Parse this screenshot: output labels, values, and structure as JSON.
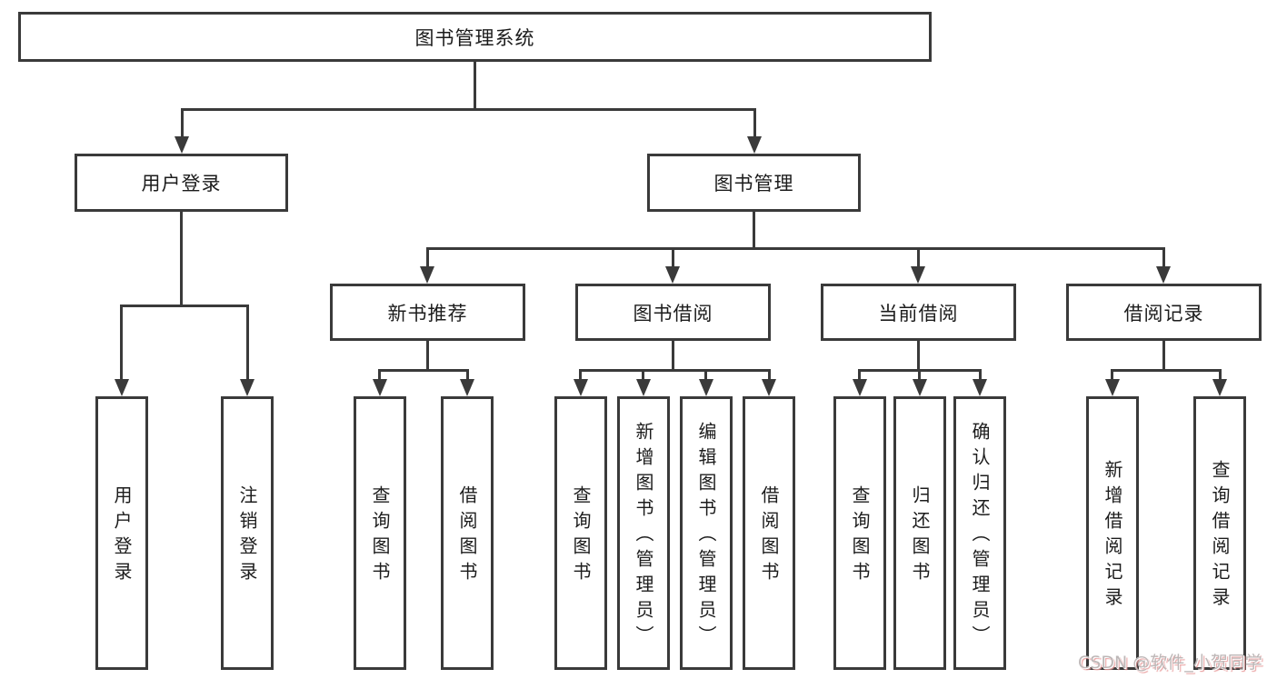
{
  "diagram": {
    "root": "图书管理系统",
    "level2": {
      "user_login": "用户登录",
      "book_mgmt": "图书管理"
    },
    "level3": {
      "new_book_rec": "新书推荐",
      "book_borrow": "图书借阅",
      "current_borrow": "当前借阅",
      "borrow_records": "借阅记录"
    },
    "leaves": {
      "ul_login": "用户登录",
      "ul_logout": "注销登录",
      "rec_query": "查询图书",
      "rec_borrow": "借阅图书",
      "bb_query": "查询图书",
      "bb_add": "新增图书（管理员）",
      "bb_edit": "编辑图书（管理员）",
      "bb_borrow": "借阅图书",
      "cb_query": "查询图书",
      "cb_return": "归还图书",
      "cb_confirm": "确认归还（管理员）",
      "br_add": "新增借阅记录",
      "br_query": "查询借阅记录"
    }
  },
  "watermark": {
    "text": "CSDN @软件_小贺同学"
  },
  "colors": {
    "line": "#3a3a3a",
    "text": "#1c1c1c",
    "watermark": "#bdb7b7",
    "watermark_shadow": "#e89a9a"
  }
}
